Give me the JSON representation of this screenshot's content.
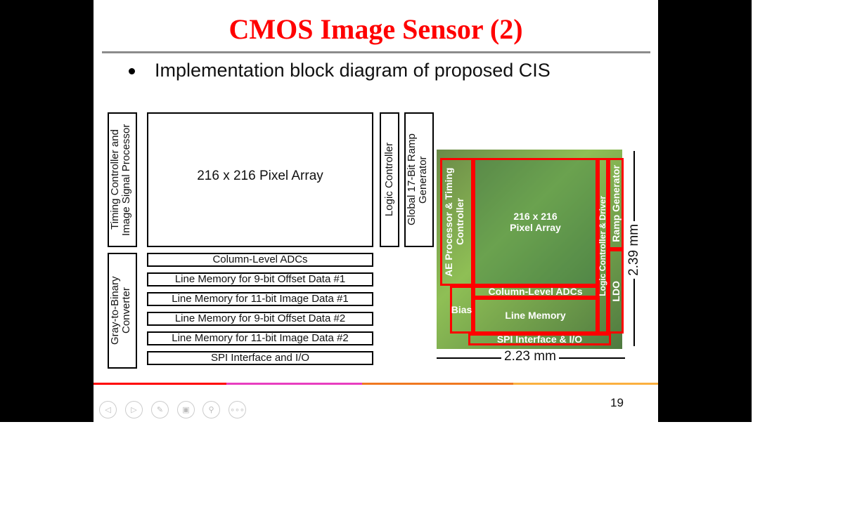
{
  "slide": {
    "title": "CMOS Image Sensor (2)",
    "bullet": "Implementation block diagram of proposed CIS",
    "page_number": "19"
  },
  "diagram": {
    "timing_block": "Timing Controller and Image Signal Processor",
    "gray_block": "Gray-to-Binary Converter",
    "pixel_array": "216 x 216 Pixel Array",
    "rows": [
      "Column-Level ADCs",
      "Line Memory for 9-bit Offset Data #1",
      "Line Memory for 11-bit Image Data #1",
      "Line Memory for 9-bit Offset Data #2",
      "Line Memory for 11-bit Image Data #2",
      "SPI Interface and I/O"
    ],
    "logic_controller": "Logic Controller",
    "ramp_generator": "Global 17-Bit Ramp Generator"
  },
  "chip": {
    "ae": "AE Processor & Timing Controller",
    "pixel": "216 x 216 Pixel Array",
    "adc": "Column-Level ADCs",
    "bias": "Bias",
    "line_memory": "Line Memory",
    "spi": "SPI Interface & I/O",
    "logic": "Logic Controller & Driver",
    "ramp": "Ramp Generator",
    "ldo": "LDO",
    "width": "2.23 mm",
    "height": "2.39 mm"
  },
  "colors": {
    "title": "#ff0000",
    "box": "#ff0000"
  }
}
